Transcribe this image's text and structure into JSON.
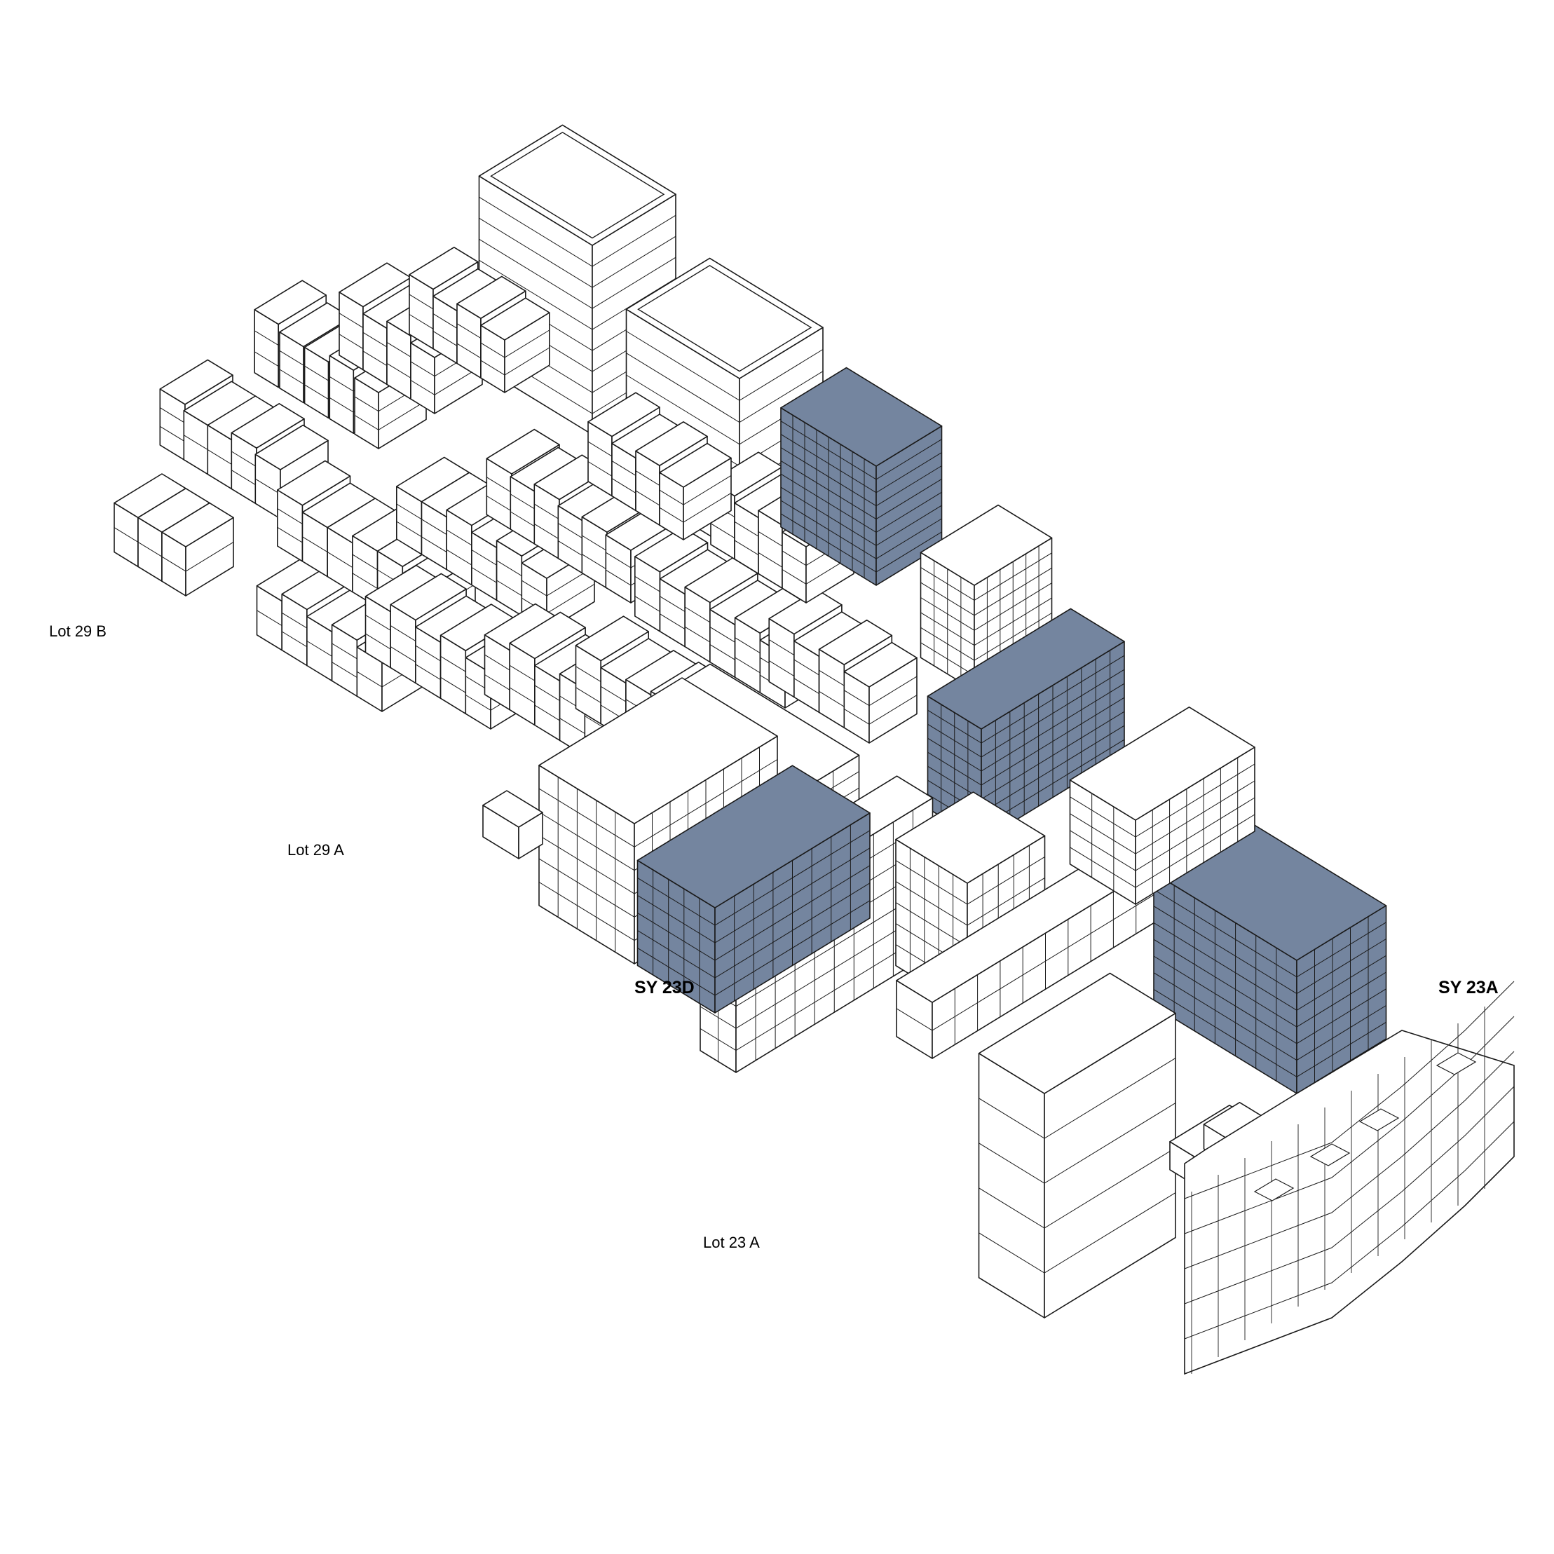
{
  "labels": {
    "lot_29b": "Lot 29 B",
    "lot_29a": "Lot 29 A",
    "lot_23a": "Lot 23 A",
    "sy_23d": "SY 23D",
    "sy_23a": "SY 23A"
  },
  "colors": {
    "highlight": "#74859f",
    "line": "#1a1a1a",
    "background": "#ffffff"
  }
}
